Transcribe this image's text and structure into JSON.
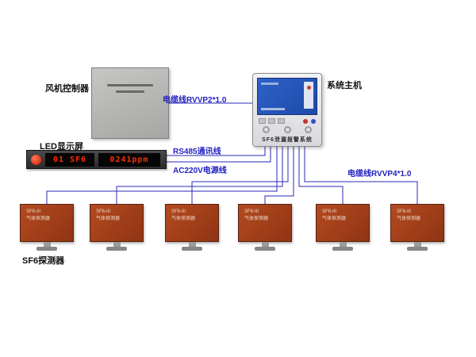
{
  "components": {
    "fan_controller": {
      "label": "风机控制器"
    },
    "system_host": {
      "label": "系统主机",
      "panel_text": "SF6泄漏报警系统"
    },
    "led_display": {
      "label": "LED显示屏",
      "segment1": "01 SF6",
      "segment2": "0241ppm"
    },
    "detectors": {
      "label": "SF6探测器",
      "count": 6,
      "unit_line1": "SF6-III",
      "unit_line2": "气体探测器"
    }
  },
  "cable_labels": {
    "rvvp2": "电缆线RVVP2*1.0",
    "rs485": "RS485通讯线",
    "ac220v": "AC220V电源线",
    "rvvp4": "电缆线RVVP4*1.0"
  },
  "colors": {
    "wire": "#2a2ab8",
    "cable_label_text": "#1f1fbf",
    "detector_body": "#a8431c",
    "led_digits": "#ff2d00",
    "host_screen": "#2e62c8"
  }
}
